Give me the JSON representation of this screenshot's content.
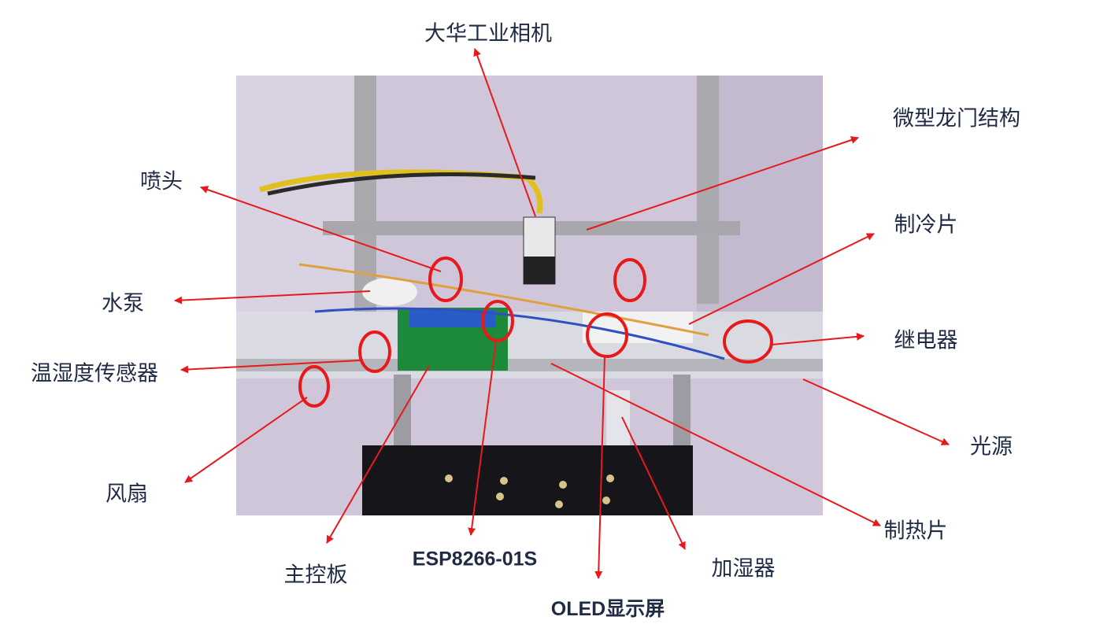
{
  "labels": {
    "camera": "大华工业相机",
    "gantry": "微型龙门结构",
    "nozzle": "喷头",
    "cooler": "制冷片",
    "pump": "水泵",
    "relay": "继电器",
    "th_sensor": "温湿度传感器",
    "light": "光源",
    "fan": "风扇",
    "mainboard": "主控板",
    "esp": "ESP8266-01S",
    "oled": "OLED显示屏",
    "humidifier": "加湿器",
    "heater": "制热片"
  },
  "colors": {
    "arrow": "#e8191b",
    "label": "#1f2a44",
    "wall": "#c9c0d6"
  }
}
